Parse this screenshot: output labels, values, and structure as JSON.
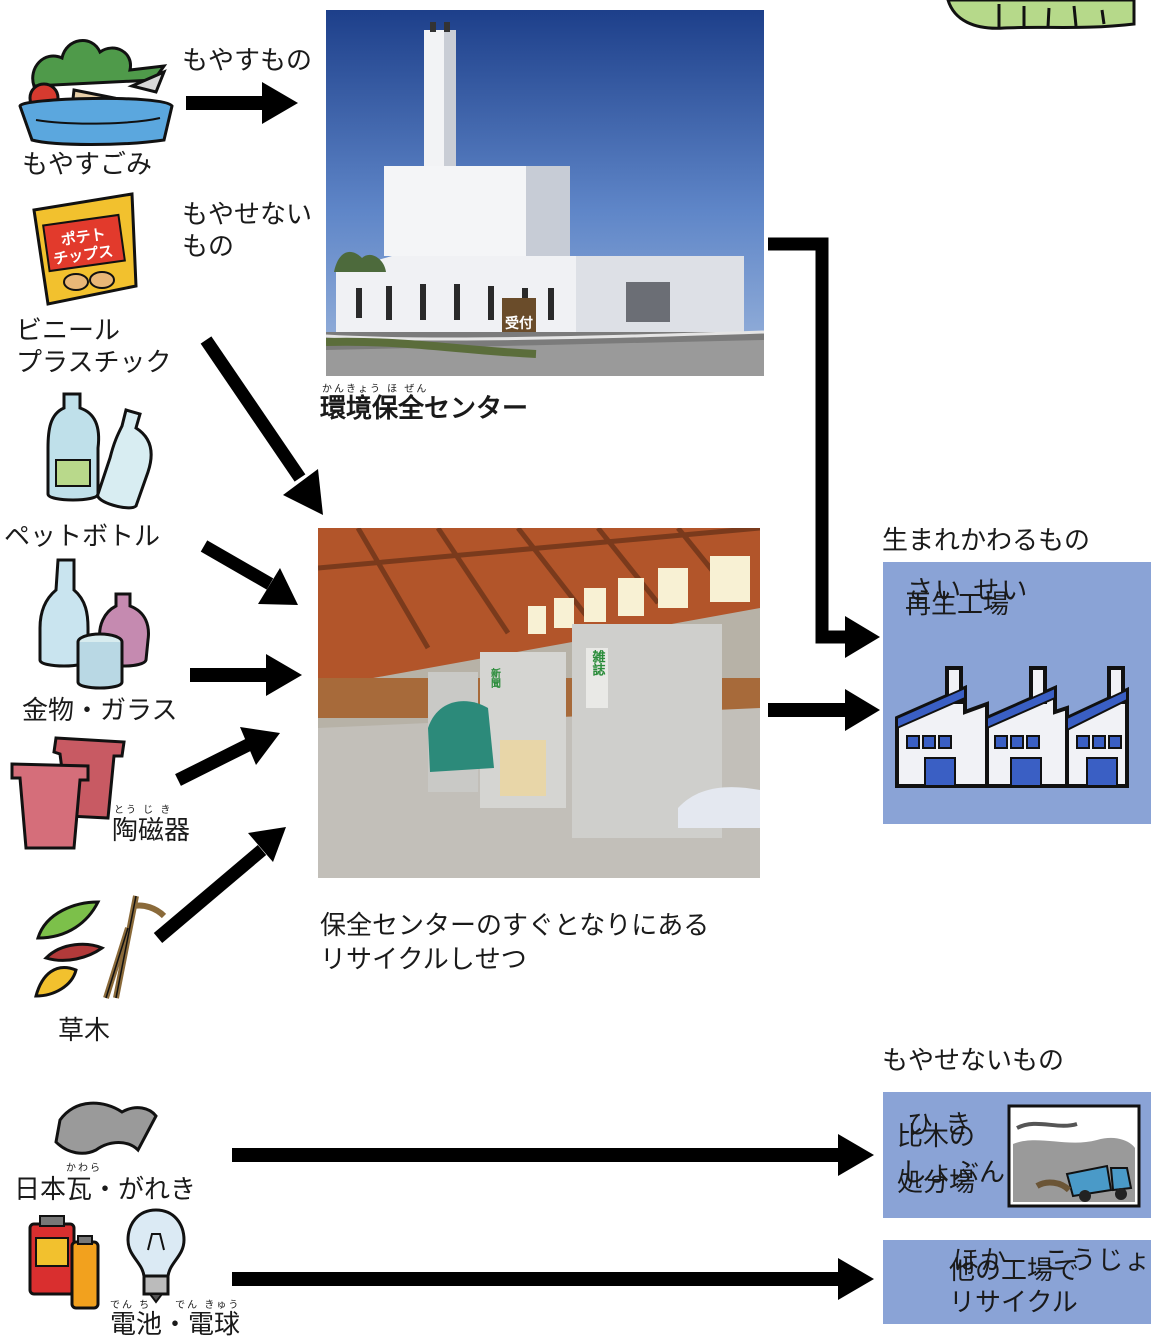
{
  "items": {
    "burnable_trash": "もやすごみ",
    "vinyl_plastic_line1": "ビニール",
    "vinyl_plastic_line2": "プラスチック",
    "pet_bottles": "ペットボトル",
    "metal_glass": "金物・ガラス",
    "ceramics_ruby": "とう じ き",
    "ceramics": "陶磁器",
    "plants": "草木",
    "roof_tiles_ruby": "かわら",
    "roof_tiles": "日本瓦・がれき",
    "batteries_ruby": "でん ち　　でん きゅう",
    "batteries": "電池・電球",
    "chips_label_1": "ポテト",
    "chips_label_2": "チップス"
  },
  "flow_labels": {
    "burnable": "もやすもの",
    "nonburnable_line1": "もやせないもの"
  },
  "center": {
    "ruby": "かんきょう ほ ぜん",
    "name": "環境保全センター",
    "sign": "受付"
  },
  "recycling": {
    "caption_line1": "保全センターのすぐとなりにある",
    "caption_line2": "リサイクルしせつ",
    "sign_newspaper": "新聞",
    "sign_magazine": "雑誌"
  },
  "destinations": {
    "reborn_heading": "生まれかわるもの",
    "recycle_factory_ruby": "さい せい",
    "recycle_factory": "再生工場",
    "nonburnable_heading": "もやせないもの",
    "landfill_ruby1": "ひ き",
    "landfill_line1": "比木の",
    "landfill_ruby2": "しょぶんじょう",
    "landfill_line2": "処分場",
    "other_factory_ruby": "ほか　 こうじょう",
    "other_factory_line1": "他の工場で",
    "other_factory_line2": "リサイクル"
  },
  "colors": {
    "box_blue": "#8aa3d6",
    "arrow": "#000000"
  }
}
